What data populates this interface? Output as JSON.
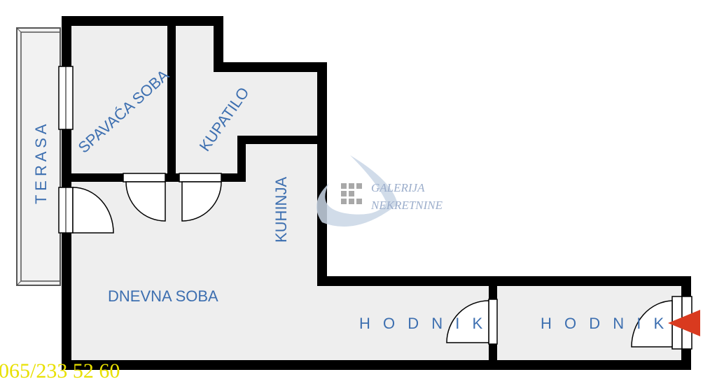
{
  "rooms": {
    "terasa": "T E R A S A",
    "spavaca_soba": "SPAVAĆA SOBA",
    "kupatilo": "KUPATILO",
    "kuhinja": "KUHINJA",
    "dnevna_soba": "DNEVNA SOBA",
    "hodnik_1": "H O D N I K",
    "hodnik_2": "H O D N I K"
  },
  "watermark": {
    "line1": "GALERIJA",
    "line2": "NEKRETNINE"
  },
  "phone": "065/233 52 60",
  "colors": {
    "wall": "#000000",
    "floor": "#eeeeee",
    "label": "#3d6fb0",
    "entrance_arrow": "#d93a1f",
    "phone": "#e8e000"
  }
}
